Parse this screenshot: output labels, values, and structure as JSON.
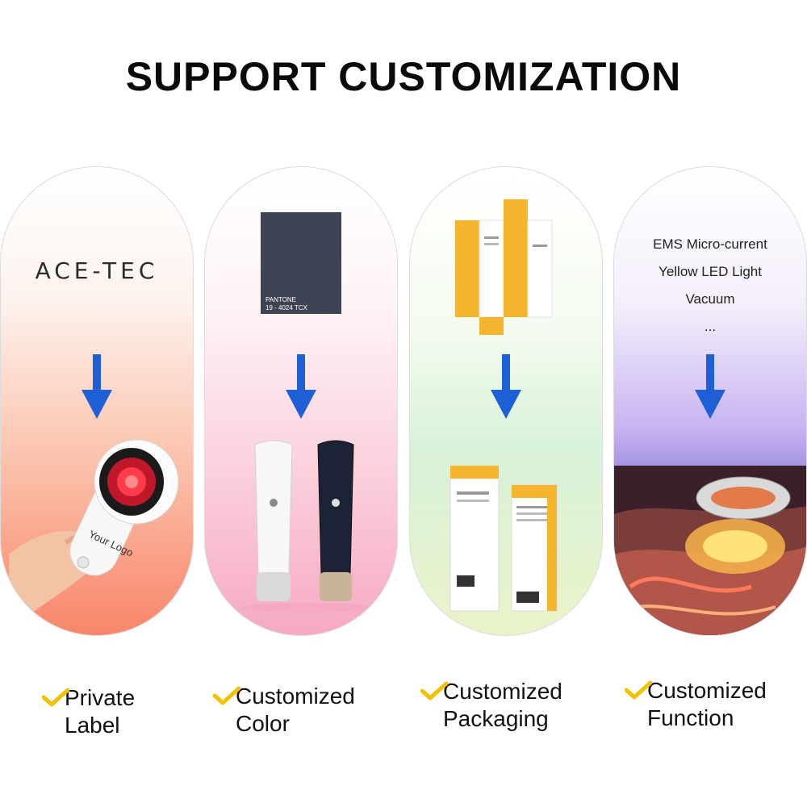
{
  "page": {
    "title": "SUPPORT CUSTOMIZATION"
  },
  "panels": [
    {
      "brand": "ACE-TEC",
      "device_label": "Your Logo",
      "caption": {
        "line1": "Private",
        "line2": "Label"
      }
    },
    {
      "swatch": {
        "label": "PANTONE",
        "code": "19 - 4024 TCX",
        "color": "#3e4454"
      },
      "caption": {
        "line1": "Customized",
        "line2": "Color"
      }
    },
    {
      "caption": {
        "line1": "Customized",
        "line2": "Packaging"
      }
    },
    {
      "features": [
        "EMS Micro-current",
        "Yellow LED Light",
        "Vacuum",
        "..."
      ],
      "caption": {
        "line1": "Customized",
        "line2": "Function"
      }
    }
  ],
  "colors": {
    "arrow": "#1f5fd6",
    "check": "#f2c200",
    "title": "#0a0a0a"
  },
  "icons": {
    "arrow": "arrow-down-icon",
    "check": "checkmark-icon"
  }
}
